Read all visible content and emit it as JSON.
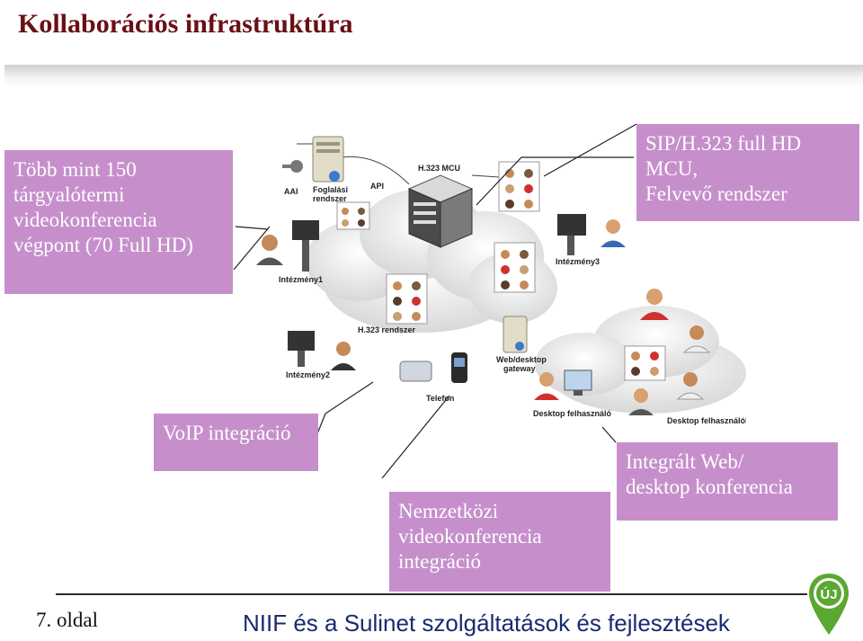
{
  "title": "Kollaborációs infrastruktúra",
  "callouts": {
    "endpoints": [
      "Több mint 150",
      "tárgyalótermi",
      "videokonferencia",
      "végpont (70 Full HD)"
    ],
    "mcu": [
      "SIP/H.323 full HD",
      "MCU,",
      "Felvevő rendszer"
    ],
    "voip": [
      "VoIP integráció"
    ],
    "international": [
      "Nemzetközi",
      "videokonferencia",
      "integráció"
    ],
    "web": [
      "Integrált Web/",
      "desktop konferencia"
    ]
  },
  "diagram_labels": {
    "aai": "AAI",
    "booking": "Foglalási",
    "booking2": "rendszer",
    "api": "API",
    "mcu": "H.323 MCU",
    "inst1": "Intézmény1",
    "inst2": "Intézmény2",
    "inst3": "Intézmény3",
    "h323": "H.323 rendszer",
    "gateway": "Web/desktop",
    "gateway2": "gateway",
    "phone": "Telefon",
    "desktop_user": "Desktop felhasználó",
    "desktop_users": "Desktop felhasználók"
  },
  "footer": {
    "page": "7. oldal",
    "text": "NIIF és a Sulinet szolgáltatások és fejlesztések",
    "logo_text": "ÚJ"
  },
  "colors": {
    "title": "#6a0f14",
    "callout_bg": "#c68fcb",
    "footer_text": "#1b2a70",
    "logo_green": "#5aa832"
  }
}
